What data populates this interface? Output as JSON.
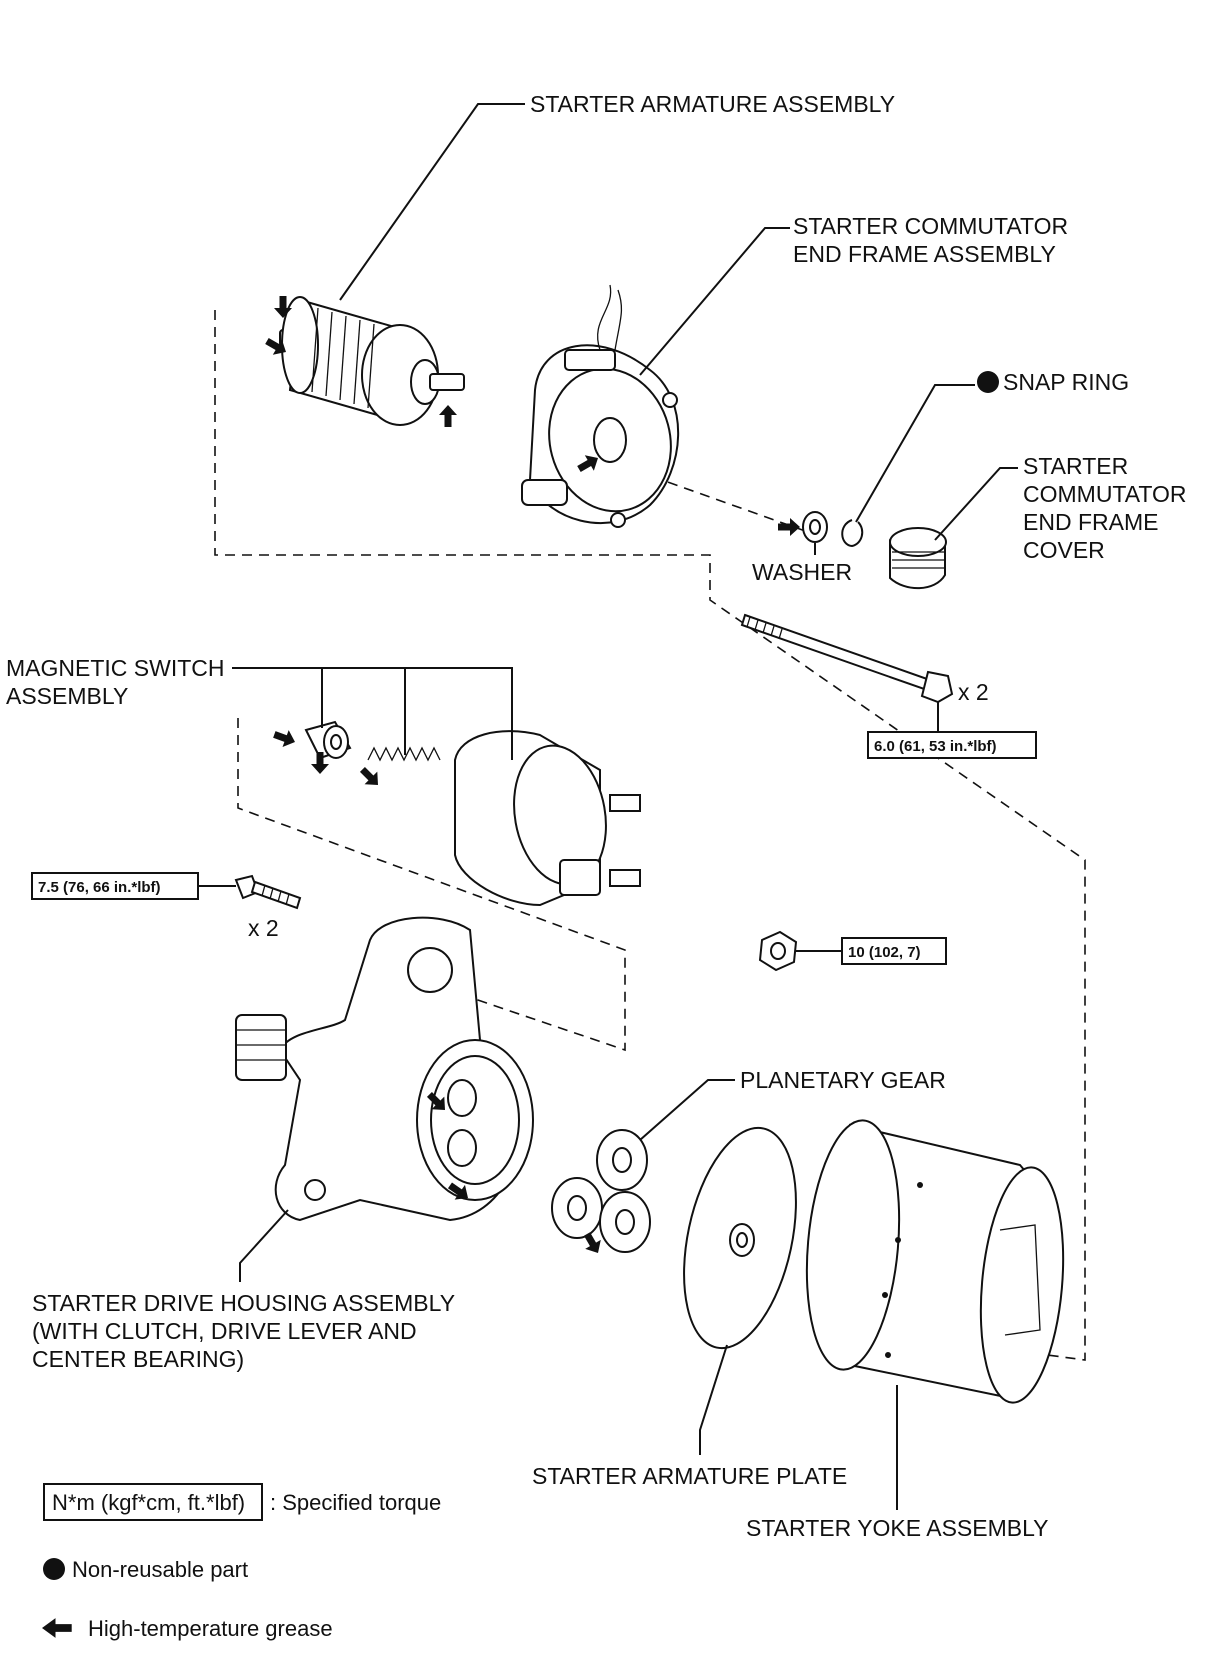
{
  "labels": {
    "armature": "STARTER ARMATURE ASSEMBLY",
    "comm_end_frame_1": "STARTER COMMUTATOR",
    "comm_end_frame_2": "END FRAME ASSEMBLY",
    "snap_ring": "SNAP RING",
    "cover_1": "STARTER",
    "cover_2": "COMMUTATOR",
    "cover_3": "END FRAME",
    "cover_4": "COVER",
    "washer": "WASHER",
    "magnetic_switch_1": "MAGNETIC SWITCH",
    "magnetic_switch_2": "ASSEMBLY",
    "planetary_gear": "PLANETARY GEAR",
    "drive_housing_1": "STARTER DRIVE HOUSING ASSEMBLY",
    "drive_housing_2": "(WITH CLUTCH, DRIVE LEVER AND",
    "drive_housing_3": "CENTER BEARING)",
    "armature_plate": "STARTER ARMATURE PLATE",
    "yoke": "STARTER YOKE ASSEMBLY"
  },
  "quantities": {
    "through_bolt": "x 2",
    "housing_bolt": "x 2"
  },
  "torques": {
    "through_bolt": "6.0 (61, 53 in.*lbf)",
    "housing_bolt": "7.5 (76, 66 in.*lbf)",
    "terminal_nut": "10 (102, 7)"
  },
  "legend": {
    "torque_box": "N*m (kgf*cm, ft.*lbf)",
    "torque_text": ": Specified torque",
    "non_reusable": "Non-reusable part",
    "grease": "High-temperature grease"
  }
}
